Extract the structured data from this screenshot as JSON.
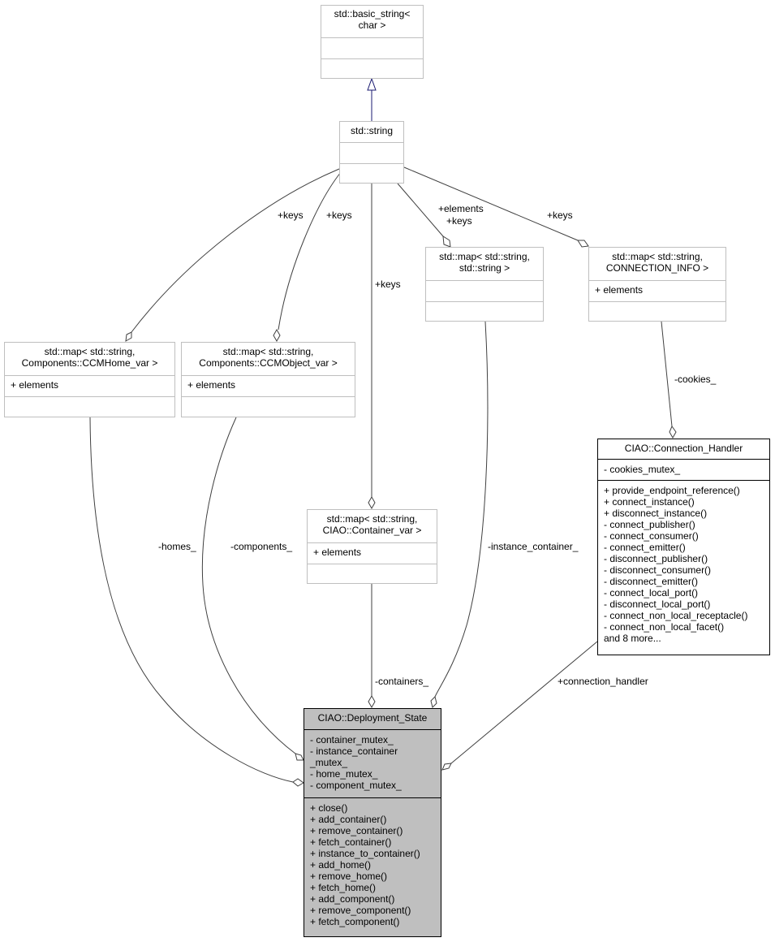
{
  "classes": {
    "basic_string": {
      "title": [
        "std::basic_string<",
        "char >"
      ]
    },
    "string": {
      "title": [
        "std::string"
      ]
    },
    "map_homes": {
      "title": [
        "std::map< std::string,",
        "Components::CCMHome_var >"
      ],
      "attributes": [
        "+ elements"
      ]
    },
    "map_objects": {
      "title": [
        "std::map< std::string,",
        "Components::CCMObject_var >"
      ],
      "attributes": [
        "+ elements"
      ]
    },
    "map_strings": {
      "title": [
        "std::map< std::string,",
        "std::string >"
      ]
    },
    "map_connections": {
      "title": [
        "std::map< std::string,",
        "CONNECTION_INFO >"
      ],
      "attributes": [
        "+ elements"
      ]
    },
    "map_containers": {
      "title": [
        "std::map< std::string,",
        "CIAO::Container_var >"
      ],
      "attributes": [
        "+ elements"
      ]
    },
    "connection_handler": {
      "title": [
        "CIAO::Connection_Handler"
      ],
      "attributes": [
        "- cookies_mutex_"
      ],
      "operations": [
        "+ provide_endpoint_reference()",
        "+ connect_instance()",
        "+ disconnect_instance()",
        "- connect_publisher()",
        "- connect_consumer()",
        "- connect_emitter()",
        "- disconnect_publisher()",
        "- disconnect_consumer()",
        "- disconnect_emitter()",
        "- connect_local_port()",
        "- disconnect_local_port()",
        "- connect_non_local_receptacle()",
        "- connect_non_local_facet()",
        "and 8 more..."
      ]
    },
    "deployment_state": {
      "title": [
        "CIAO::Deployment_State"
      ],
      "attributes": [
        "- container_mutex_",
        "- instance_container",
        "_mutex_",
        "- home_mutex_",
        "- component_mutex_"
      ],
      "operations": [
        "+ close()",
        "+ add_container()",
        "+ remove_container()",
        "+ fetch_container()",
        "+ instance_to_container()",
        "+ add_home()",
        "+ remove_home()",
        "+ fetch_home()",
        "+ add_component()",
        "+ remove_component()",
        "+ fetch_component()"
      ]
    }
  },
  "edge_labels": {
    "keys_homes": "+keys",
    "keys_objects": "+keys",
    "keys_containers": "+keys",
    "elements_keys": [
      "+elements",
      "+keys"
    ],
    "keys_connections": "+keys",
    "cookies": "-cookies_",
    "homes": "-homes_",
    "components": "-components_",
    "instance_container": "-instance_container_",
    "containers": "-containers_",
    "connection_handler": "+connection_handler"
  },
  "colors": {
    "inheritance_edge": "#191970",
    "composition_edge": "#404040",
    "border": "#bfbfbf",
    "focus_fill": "#bfbfbf"
  }
}
